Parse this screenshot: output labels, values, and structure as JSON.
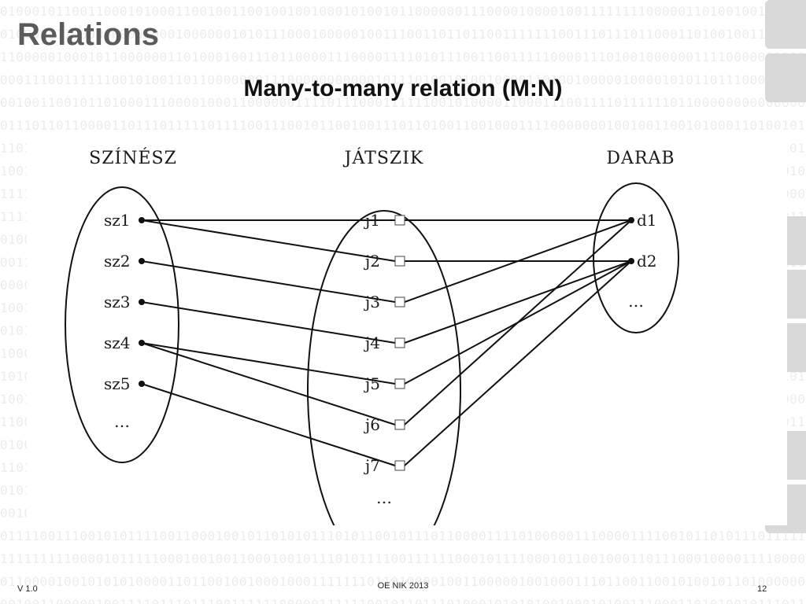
{
  "slide": {
    "title": "Relations",
    "subtitle": "Many-to-many relation (M:N)"
  },
  "diagram": {
    "sets": [
      {
        "id": "szinesz",
        "label": "SZÍNÉSZ",
        "elements": [
          "sz1",
          "sz2",
          "sz3",
          "sz4",
          "sz5"
        ],
        "ellipsis": "…"
      },
      {
        "id": "jatszik",
        "label": "JÁTSZIK",
        "elements": [
          "j1",
          "j2",
          "j3",
          "j4",
          "j5",
          "j6",
          "j7"
        ],
        "ellipsis": "…"
      },
      {
        "id": "darab",
        "label": "DARAB",
        "elements": [
          "d1",
          "d2"
        ],
        "ellipsis": "…"
      }
    ],
    "links_left": [
      [
        "sz1",
        "j1"
      ],
      [
        "sz1",
        "j2"
      ],
      [
        "sz2",
        "j3"
      ],
      [
        "sz3",
        "j4"
      ],
      [
        "sz4",
        "j5"
      ],
      [
        "sz4",
        "j6"
      ],
      [
        "sz5",
        "j7"
      ]
    ],
    "links_right": [
      [
        "j1",
        "d1"
      ],
      [
        "j2",
        "d2"
      ],
      [
        "j3",
        "d1"
      ],
      [
        "j4",
        "d2"
      ],
      [
        "j5",
        "d2"
      ],
      [
        "j6",
        "d1"
      ],
      [
        "j7",
        "d2"
      ]
    ]
  },
  "footer": {
    "version": "V 1.0",
    "center": "OE NIK 2013",
    "page": "12"
  },
  "colors": {
    "title": "#5b5b5b",
    "background_binary": "#ececec",
    "tile": "#d9d9d9"
  }
}
